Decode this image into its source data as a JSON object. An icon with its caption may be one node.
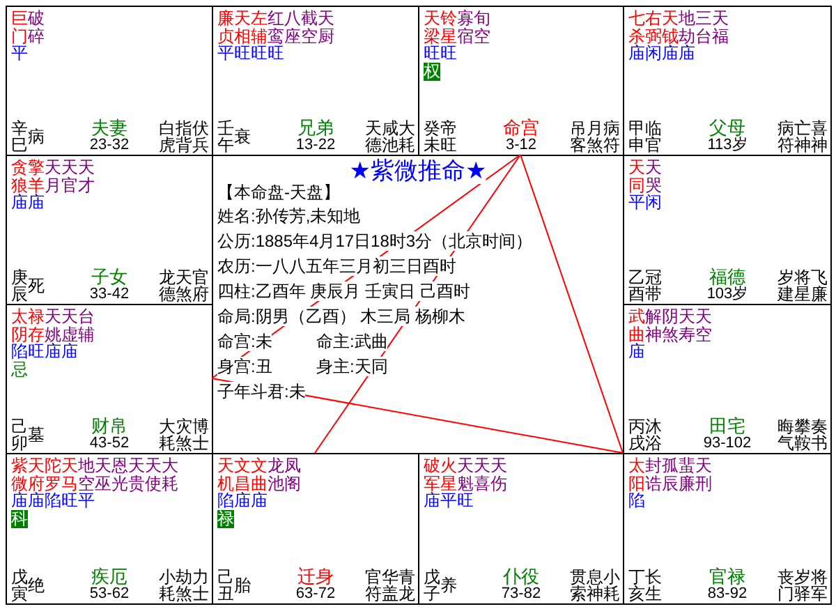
{
  "diagram": {
    "nodes": [
      {
        "text": [
          "巨门",
          "破碎",
          "平",
          "辛巳",
          "病",
          "夫妻",
          "23-32",
          "白虎",
          "指背",
          "伏兵"
        ]
      },
      {
        "text": [
          "廉贞",
          "天相",
          "左辅",
          "红鸾",
          "八座",
          "截空",
          "天厨",
          "平旺旺旺",
          "壬午",
          "衰",
          "兄弟",
          "13-22",
          "天德",
          "咸池",
          "大耗"
        ]
      },
      {
        "text": [
          "天梁",
          "铃星",
          "寡宿",
          "旬空",
          "旺旺",
          "权",
          "癸未",
          "帝旺",
          "命宫",
          "3-12",
          "吊客",
          "月煞",
          "病符"
        ]
      },
      {
        "text": [
          "七杀",
          "右弼",
          "天钺",
          "地劫",
          "三台",
          "天福",
          "庙闲庙庙",
          "甲申",
          "临官",
          "父母",
          "113岁",
          "病符",
          "亡神",
          "喜神"
        ]
      },
      {
        "text": [
          "贪狼",
          "擎羊",
          "天月",
          "天官",
          "天才",
          "庙庙",
          "庚辰",
          "死",
          "子女",
          "33-42",
          "龙德",
          "天煞",
          "官府"
        ]
      },
      {
        "text": [
          "天同",
          "天哭",
          "平闲",
          "乙酉",
          "冠带",
          "福德",
          "103岁",
          "岁建",
          "将星",
          "飞廉"
        ]
      },
      {
        "text": [
          "太阴",
          "禄存",
          "天姚",
          "天虚",
          "台辅",
          "陷旺庙庙",
          "忌",
          "己卯",
          "墓",
          "财帛",
          "43-52",
          "大耗",
          "灾煞",
          "博士"
        ]
      },
      {
        "text": [
          "武曲",
          "解神",
          "阴煞",
          "天寿",
          "天空",
          "庙",
          "丙戌",
          "沐浴",
          "田宅",
          "93-102",
          "晦气",
          "攀鞍",
          "奏书"
        ]
      },
      {
        "text": [
          "紫微",
          "天府",
          "陀罗",
          "天马",
          "地空",
          "天巫",
          "恩光",
          "天贵",
          "天使",
          "大耗",
          "庙庙陷旺平",
          "科",
          "戊寅",
          "绝",
          "疾厄",
          "53-62",
          "小耗",
          "劫煞",
          "力士"
        ]
      },
      {
        "text": [
          "天机",
          "文昌",
          "文曲",
          "龙池",
          "凤阁",
          "陷庙庙",
          "禄",
          "己丑",
          "胎",
          "迁身",
          "63-72",
          "官符",
          "华盖",
          "青龙"
        ]
      },
      {
        "text": [
          "破军",
          "火星",
          "天魁",
          "天喜",
          "天伤",
          "庙平旺",
          "戊子",
          "养",
          "仆役",
          "73-82",
          "贯索",
          "息神",
          "小耗"
        ]
      },
      {
        "text": [
          "太阳",
          "封诰",
          "孤辰",
          "蜚廉",
          "天刑",
          "陷",
          "丁亥",
          "长生",
          "官禄",
          "83-92",
          "丧门",
          "岁驿",
          "将军"
        ]
      }
    ],
    "edges": [
      {
        "from": 2,
        "to": 6,
        "arrow": "none"
      },
      {
        "from": 2,
        "to": 9,
        "arrow": "none"
      },
      {
        "from": 2,
        "to": 11,
        "arrow": "none"
      },
      {
        "from": 6,
        "to": 11,
        "arrow": "none"
      }
    ],
    "labels": [
      "★紫微推命★",
      "【本命盘-天盘】",
      "姓名:孙传芳,未知地",
      "公历:1885年4月17日18时3分（北京时间）",
      "农历:一八八五年三月初三日酉时",
      "四柱:乙酉年 庚辰月 壬寅日 己酉时",
      "命局:阴男（乙酉） 木三局 杨柳木",
      "命宫:未",
      "命主:武曲",
      "身宫:丑",
      "身主:天同",
      "子年斗君:未"
    ]
  }
}
